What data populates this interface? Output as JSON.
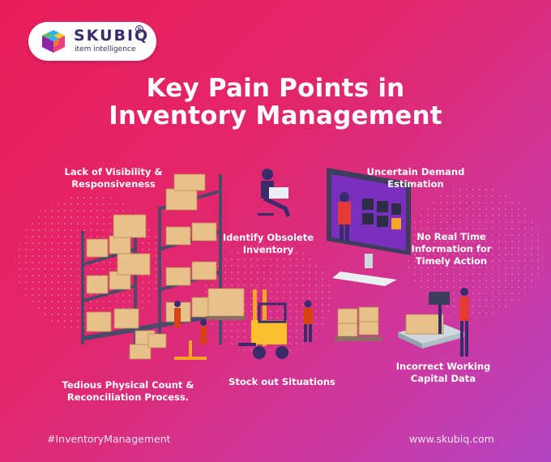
{
  "brand": {
    "name": "SKUBIQ",
    "registered": "R",
    "tagline": "item intelligence"
  },
  "title": {
    "line1": "Key Pain Points in",
    "line2": "Inventory Management"
  },
  "pain_points": {
    "visibility": [
      "Lack of Visibility &",
      "Responsiveness"
    ],
    "obsolete": [
      "Identify Obsolete",
      "Inventory"
    ],
    "demand": [
      "Uncertain Demand",
      "Estimation"
    ],
    "realtime": [
      "No Real Time",
      "Information for",
      "Timely Action"
    ],
    "physical_count": [
      "Tedious Physical Count &",
      "Reconciliation Process."
    ],
    "stockout": [
      "Stock out Situations"
    ],
    "working_capital": [
      "Incorrect Working",
      "Capital Data"
    ]
  },
  "footer": {
    "hashtag": "#InventoryManagement",
    "website": "www.skubiq.com"
  },
  "colors": {
    "background_start": "#e81e5b",
    "background_end": "#b245c4",
    "logo_text": "#3a2b6b",
    "box": "#e8c08a",
    "rack": "#4a4a6a"
  }
}
